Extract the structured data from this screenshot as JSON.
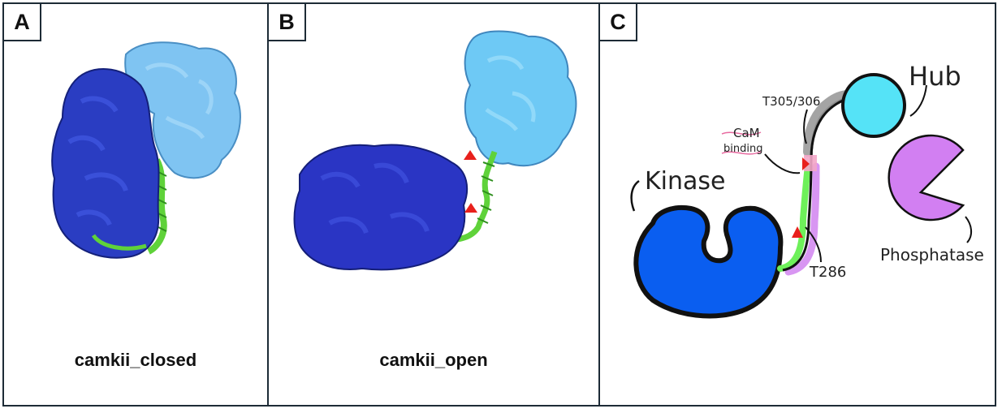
{
  "panels": [
    {
      "letter": "A",
      "caption": "camkii_closed"
    },
    {
      "letter": "B",
      "caption": "camkii_open"
    },
    {
      "letter": "C",
      "caption": ""
    }
  ],
  "diagram": {
    "labels": {
      "kinase": "Kinase",
      "hub": "Hub",
      "phosphatase": "Phosphatase",
      "t305": "T305/306",
      "cam_line1": "CaM",
      "cam_line2": "binding",
      "t286": "T286"
    },
    "colors": {
      "kinase": "#0a5ef0",
      "hub": "#55e3f7",
      "phosphatase": "#d27ff2",
      "linker_green": "#6ef05a",
      "linker_violet": "#d896f2",
      "linker_gray": "#9a9a9a",
      "marker_red": "#e8201c",
      "outline": "#111111"
    }
  }
}
